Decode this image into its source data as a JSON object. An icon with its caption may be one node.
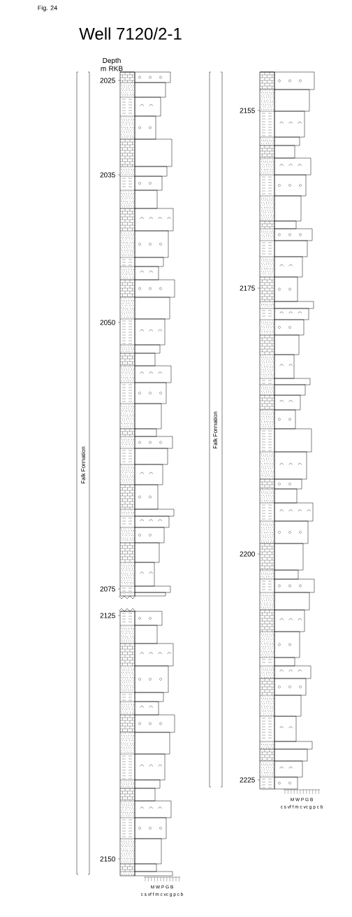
{
  "diagram": {
    "title": "Well 7120/2-1",
    "labels": [
      "Fig. 24",
      "Depth m RKB",
      "2025",
      "2035",
      "2050",
      "2075",
      "2125",
      "2150",
      "2155",
      "2175",
      "2200",
      "2225",
      "Falk Formation",
      "Falk Formation",
      "M W P G B",
      "c s vf f m c vc g p c b",
      "M W P G B",
      "c s vf f m c vc g p c b"
    ]
  }
}
